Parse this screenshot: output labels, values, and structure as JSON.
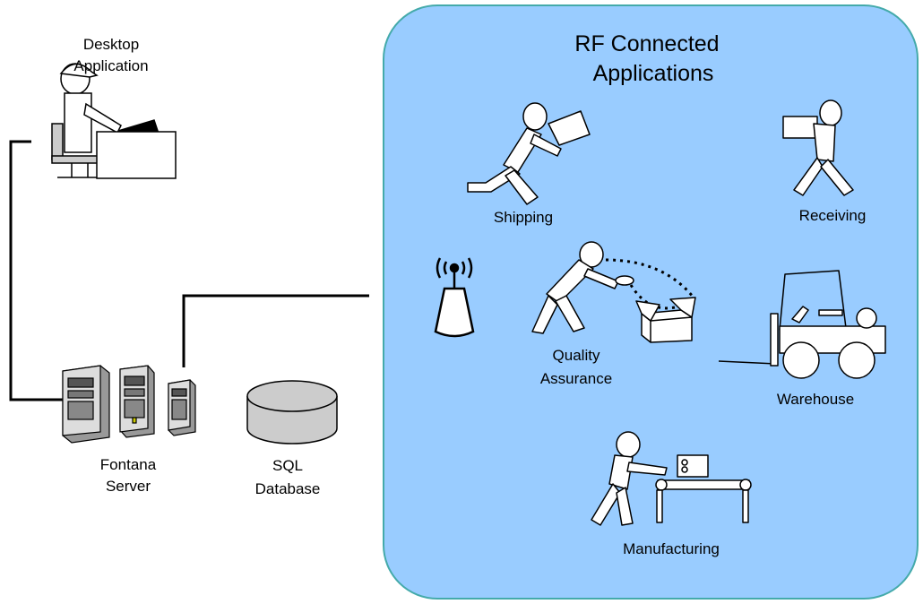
{
  "colors": {
    "panel_fill": "#99ccff",
    "panel_stroke": "#44aaaa",
    "line": "#000000",
    "figure_fill": "#ffffff"
  },
  "labels": {
    "desktop_line1": "Desktop",
    "desktop_line2": "Application",
    "server_line1": "Fontana",
    "server_line2": "Server",
    "sql_line1": "SQL",
    "sql_line2": "Database",
    "rf_line1": "RF Connected",
    "rf_line2": "Applications",
    "shipping": "Shipping",
    "receiving": "Receiving",
    "qa_line1": "Quality",
    "qa_line2": "Assurance",
    "warehouse": "Warehouse",
    "manufacturing": "Manufacturing"
  },
  "icons": [
    "desktop-user-icon",
    "server-tower-icon",
    "database-cylinder-icon",
    "wireless-access-point-icon",
    "shipping-worker-icon",
    "receiving-worker-icon",
    "quality-inspector-icon",
    "forklift-icon",
    "assembly-worker-icon"
  ]
}
